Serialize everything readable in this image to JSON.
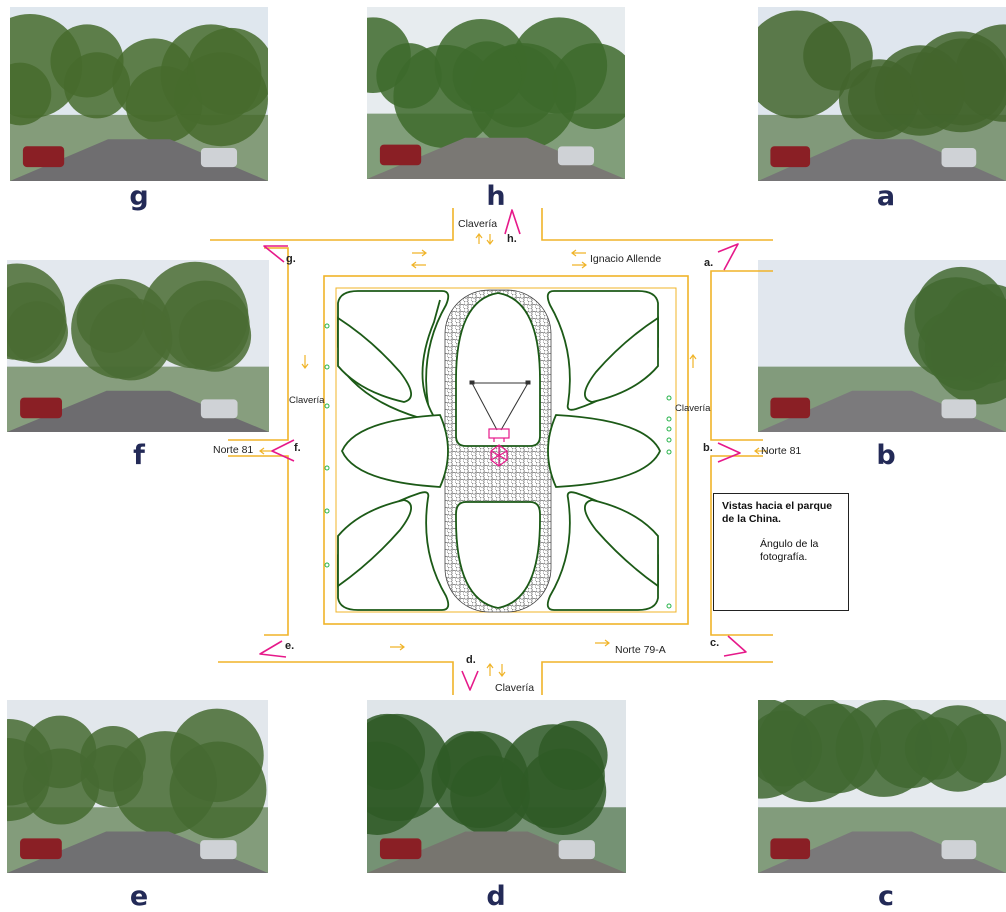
{
  "title": "",
  "photos": [
    {
      "id": "g",
      "label": "g",
      "sky": "#dfe7ee",
      "ground": "#6f6e70",
      "trees": "#476b2d"
    },
    {
      "id": "h",
      "label": "h",
      "sky": "#e7ecef",
      "ground": "#7a7874",
      "trees": "#3d6a2c"
    },
    {
      "id": "a",
      "label": "a",
      "sky": "#dfe6ee",
      "ground": "#767577",
      "trees": "#43652d"
    },
    {
      "id": "f",
      "label": "f",
      "sky": "#e3e8ee",
      "ground": "#6d6c6f",
      "trees": "#4a6c33"
    },
    {
      "id": "b",
      "label": "b",
      "sky": "#e1e7ee",
      "ground": "#7b7a7c",
      "trees": "#426930"
    },
    {
      "id": "e",
      "label": "e",
      "sky": "#e2e7ec",
      "ground": "#707072",
      "trees": "#456a31"
    },
    {
      "id": "d",
      "label": "d",
      "sky": "#dfe5e9",
      "ground": "#77756f",
      "trees": "#2f5a26"
    },
    {
      "id": "c",
      "label": "c",
      "sky": "#e5eaee",
      "ground": "#7a797a",
      "trees": "#3f6730"
    }
  ],
  "map": {
    "streets": {
      "top": "Clavería",
      "top_right": "Ignacio Allende",
      "left": "Clavería",
      "right": "Clavería",
      "left_bottom": "Norte 81",
      "right_bottom": "Norte 81",
      "bottom": "Clavería",
      "bottom_right": "Norte 79-A"
    },
    "view_letters": {
      "h": "h.",
      "a": "a.",
      "g": "g.",
      "f": "f.",
      "b": "b.",
      "e": "e.",
      "c": "c.",
      "d": "d."
    }
  },
  "legend": {
    "title": "Vistas hacia el parque de la China.",
    "key_text": "Ángulo de la fotografía."
  },
  "colors": {
    "street_lines": "#f0b429",
    "garden_outline": "#1c5a17",
    "view_markers": "#e6198a",
    "label_text": "#232a57"
  }
}
